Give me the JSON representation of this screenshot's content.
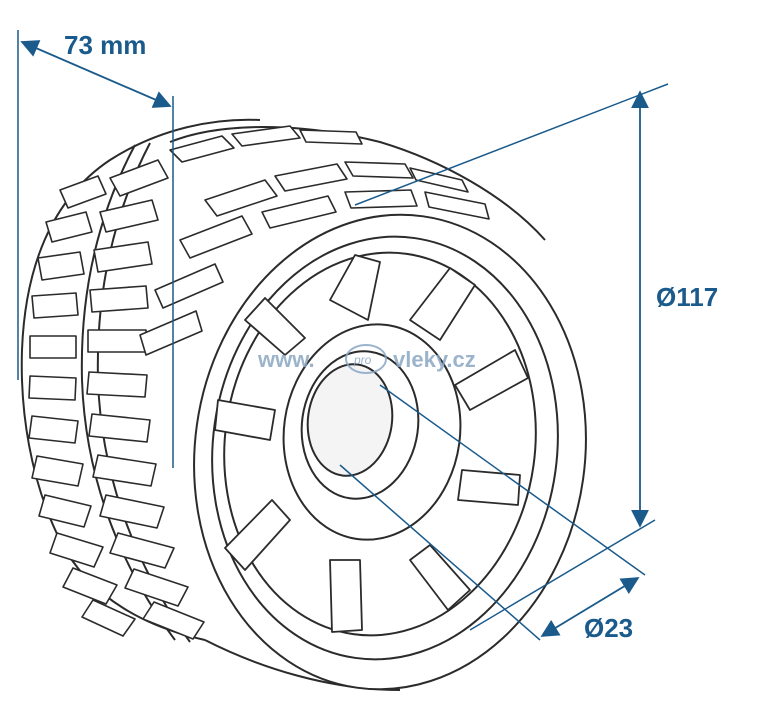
{
  "dimensions": {
    "width": "73 mm",
    "outer_diameter": "Ø117",
    "bore_diameter": "Ø23"
  },
  "watermark": {
    "left": "www.",
    "logo": "pro",
    "right": "vleky.cz"
  },
  "colors": {
    "dimension": "#1a5b8c",
    "outline": "#2b2b2b",
    "watermark": "#8aa7c4"
  }
}
